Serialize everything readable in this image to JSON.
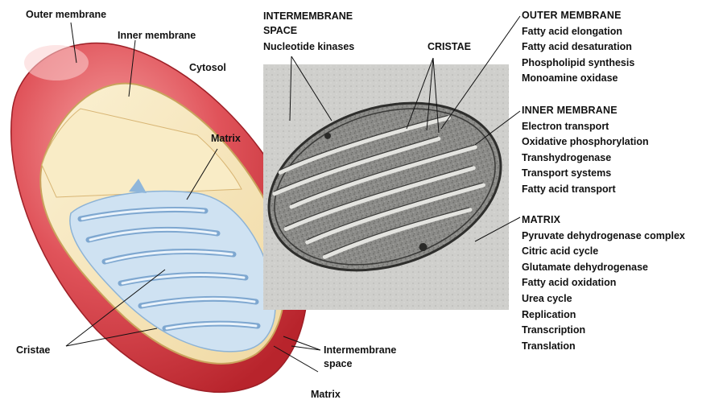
{
  "left_diagram": {
    "outer_membrane": "Outer membrane",
    "inner_membrane": "Inner membrane",
    "cytosol": "Cytosol",
    "matrix": "Matrix",
    "cristae": "Cristae",
    "intermembrane_line1": "Intermembrane",
    "intermembrane_line2": "space",
    "matrix_bottom": "Matrix"
  },
  "micrograph": {
    "intermembrane_line1": "INTERMEMBRANE",
    "intermembrane_line2": "SPACE",
    "intermembrane_line3": "Nucleotide kinases",
    "cristae": "CRISTAE"
  },
  "enzymes": {
    "outer_membrane": {
      "heading": "OUTER MEMBRANE",
      "items": [
        "Fatty acid elongation",
        "Fatty acid desaturation",
        "Phospholipid synthesis",
        "Monoamine oxidase"
      ]
    },
    "inner_membrane": {
      "heading": "INNER MEMBRANE",
      "items": [
        "Electron transport",
        "Oxidative phosphorylation",
        "Transhydrogenase",
        "Transport systems",
        "Fatty acid transport"
      ]
    },
    "matrix": {
      "heading": "MATRIX",
      "items": [
        "Pyruvate dehydrogenase complex",
        "Citric acid cycle",
        "Glutamate dehydrogenase",
        "Fatty acid oxidation",
        "Urea cycle",
        "Replication",
        "Transcription",
        "Translation"
      ]
    }
  },
  "colors": {
    "outer_red": "#d9434a",
    "inner_cream": "#f6e4b8",
    "matrix_blue": "#b9d6ef",
    "micrograph_gray": "#8a8a88"
  }
}
